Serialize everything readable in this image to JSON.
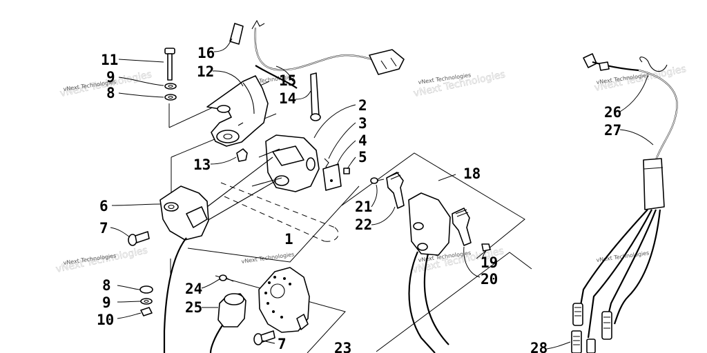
{
  "watermark": "vNext Technologies",
  "labels": {
    "l1": "1",
    "l2": "2",
    "l3": "3",
    "l4": "4",
    "l5": "5",
    "l6": "6",
    "l7a": "7",
    "l7b": "7",
    "l8a": "8",
    "l8b": "8",
    "l9a": "9",
    "l9b": "9",
    "l10": "10",
    "l11": "11",
    "l12": "12",
    "l13": "13",
    "l14": "14",
    "l15": "15",
    "l16": "16",
    "l18": "18",
    "l19": "19",
    "l20": "20",
    "l21": "21",
    "l22": "22",
    "l23": "23",
    "l24": "24",
    "l25": "25",
    "l26": "26",
    "l27": "27",
    "l28": "28"
  }
}
